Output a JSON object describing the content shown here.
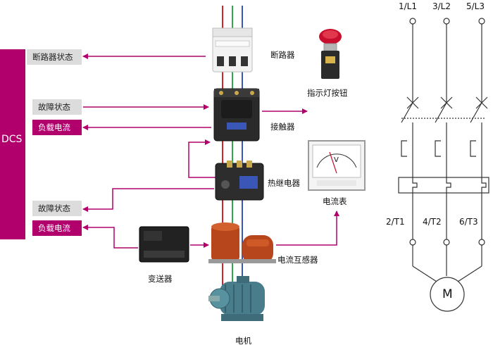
{
  "dcs": {
    "label": "DCS"
  },
  "left_labels": {
    "breaker_status": "断路器状态",
    "fault_status_1": "故障状态",
    "load_current_1": "负载电流",
    "fault_status_2": "故障状态",
    "load_current_2": "负载电流"
  },
  "components": {
    "breaker": "断路器",
    "indicator_button": "指示灯按钮",
    "contactor": "接触器",
    "thermal_relay": "热继电器",
    "ammeter": "电流表",
    "current_transformer": "电流互感器",
    "transmitter": "变送器",
    "motor": "电机"
  },
  "meter": {
    "unit": "V"
  },
  "schematic": {
    "top_terminals": [
      "1/L1",
      "3/L2",
      "5/L3"
    ],
    "bottom_terminals": [
      "2/T1",
      "4/T2",
      "6/T3"
    ],
    "motor_label": "M"
  },
  "colors": {
    "accent": "#b1006c",
    "label_gray": "#dcdcdc",
    "wire_red": "#d9212a",
    "wire_green": "#2fa84f",
    "wire_blue": "#3a56b7"
  }
}
